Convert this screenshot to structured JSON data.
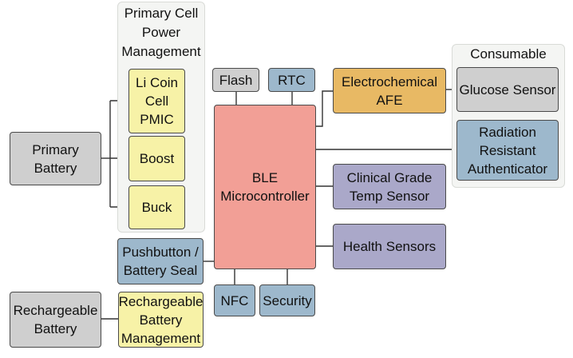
{
  "groups": {
    "primary_cell": {
      "title": "Primary Cell\nPower\nManagement"
    },
    "consumable": {
      "title": "Consumable"
    }
  },
  "blocks": {
    "primary_battery": "Primary\nBattery",
    "li_coin_pmic": "Li Coin\nCell\nPMIC",
    "boost": "Boost",
    "buck": "Buck",
    "flash": "Flash",
    "rtc": "RTC",
    "ble_mcu": "BLE\nMicrocontroller",
    "afe": "Electrochemical\nAFE",
    "glucose_sensor": "Glucose Sensor",
    "radiation_authenticator": "Radiation\nResistant\nAuthenticator",
    "temp_sensor": "Clinical Grade\nTemp Sensor",
    "health_sensors": "Health Sensors",
    "pushbutton": "Pushbutton /\nBattery Seal",
    "nfc": "NFC",
    "security": "Security",
    "rechargeable_battery": "Rechargeable\nBattery",
    "rechargeable_mgmt": "Rechargeable\nBattery\nManagement"
  },
  "colors": {
    "gray": "#cfcfcf",
    "yellow": "#f7f2a7",
    "red": "#f29f96",
    "blue": "#9db8cc",
    "purple": "#aaa8c9",
    "orange": "#e8b964",
    "line": "#333333"
  }
}
